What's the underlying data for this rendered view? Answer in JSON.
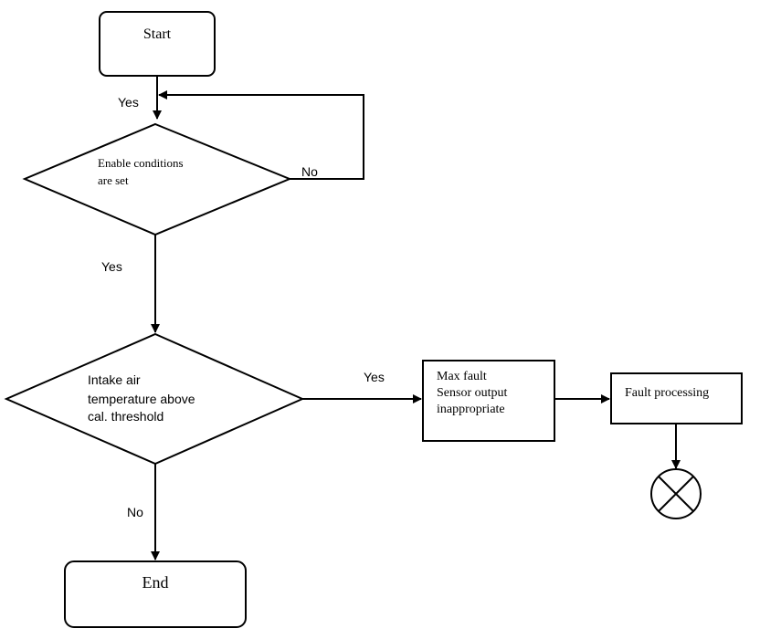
{
  "start": {
    "label": "Start"
  },
  "end": {
    "label": "End"
  },
  "decision_enable": {
    "line1": "Enable conditions",
    "line2": "are set"
  },
  "decision_intake": {
    "line1": "Intake air",
    "line2": "temperature above",
    "line3": "cal. threshold"
  },
  "fault_box": {
    "line1": "Max fault",
    "line2": "Sensor output",
    "line3": "inappropriate"
  },
  "fault_processing": {
    "label": "Fault processing"
  },
  "labels": {
    "yes_top": "Yes",
    "no_loop": "No",
    "yes_middle": "Yes",
    "yes_right": "Yes",
    "no_bottom": "No"
  }
}
